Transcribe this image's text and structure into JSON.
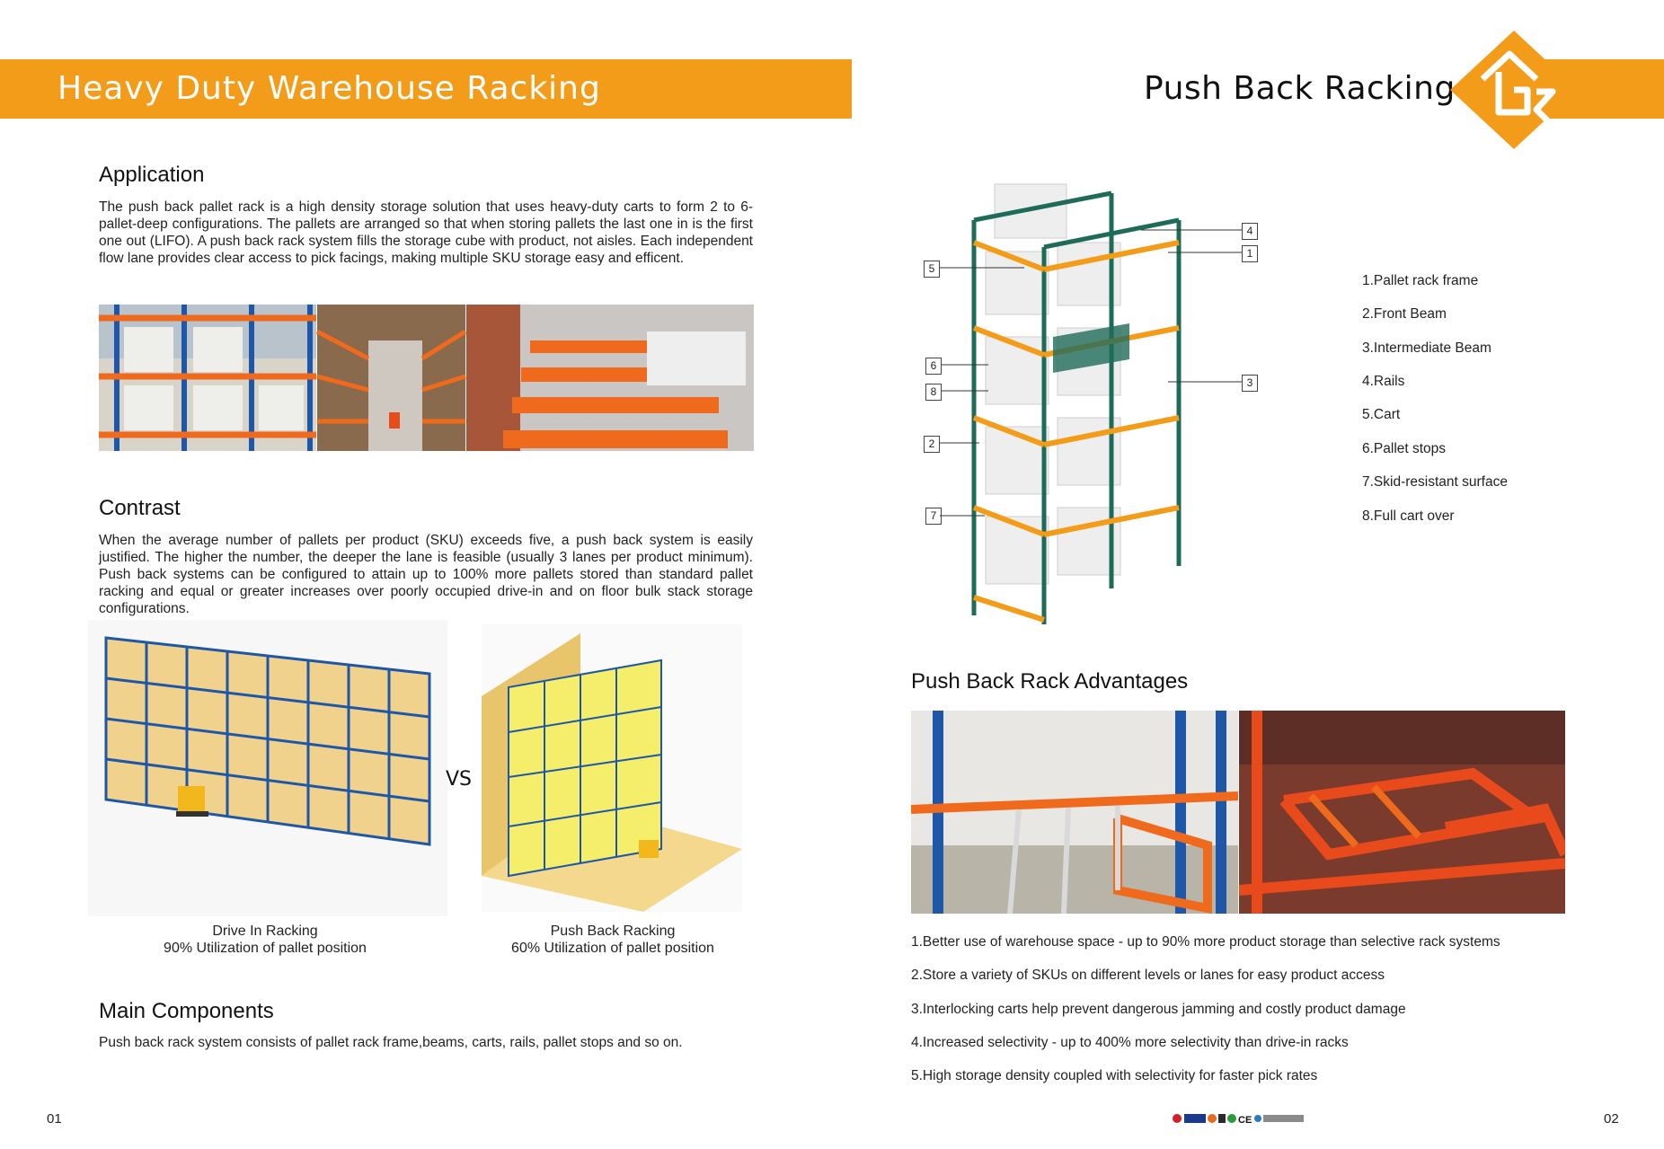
{
  "header": {
    "left_title": "Heavy Duty Warehouse Racking",
    "right_title": "Push Back Racking",
    "logo_icon": "brand-logo-icon"
  },
  "application": {
    "heading": "Application",
    "text": "The push back pallet rack is a high density storage solution that uses heavy-duty carts to form 2 to 6-pallet-deep configurations. The pallets are arranged so that when storing pallets the last one in is the first one out (LIFO). A push back rack system fills the storage cube with product, not aisles. Each independent flow lane provides clear access to pick facings, making multiple SKU storage easy and efficent."
  },
  "contrast": {
    "heading": "Contrast",
    "text": "When the average number of pallets per product (SKU) exceeds five, a push back system is easily justified. The higher the number, the deeper the lane is feasible (usually 3 lanes per product minimum).  Push back systems can be configured to attain up to 100% more pallets stored than standard pallet racking and equal or greater increases over poorly occupied drive-in and on floor bulk stack storage configurations.",
    "vs_label": "VS",
    "left_caption_title": "Drive In Racking",
    "left_caption_sub": "90% Utilization of pallet position",
    "right_caption_title": "Push Back Racking",
    "right_caption_sub": "60% Utilization of pallet position"
  },
  "main_components": {
    "heading": "Main Components",
    "text": "Push back rack system consists of pallet rack frame,beams, carts, rails, pallet stops and so on."
  },
  "diagram": {
    "callouts": [
      "5",
      "4",
      "1",
      "6",
      "8",
      "3",
      "2",
      "7"
    ]
  },
  "components_legend": [
    "1.Pallet rack frame",
    "2.Front Beam",
    "3.Intermediate Beam",
    "4.Rails",
    "5.Cart",
    "6.Pallet stops",
    "7.Skid-resistant surface",
    "8.Full cart over"
  ],
  "advantages": {
    "heading": "Push Back Rack Advantages",
    "items": [
      "1.Better use of warehouse space - up to 90% more product storage than selective rack systems",
      "2.Store a variety of SKUs on different levels or lanes for easy product access",
      "3.Interlocking carts help prevent dangerous jamming and costly product damage",
      "4.Increased selectivity - up to 400% more selectivity than drive-in racks",
      "5.High storage density coupled with selectivity for faster pick rates"
    ]
  },
  "footer": {
    "left_page": "01",
    "right_page": "02",
    "cert_icons": [
      "cert-logos-icon"
    ]
  },
  "colors": {
    "accent": "#f39c1a",
    "rack_blue": "#1f57a8",
    "rack_orange": "#f06a1e",
    "frame_green": "#1f6b5a"
  }
}
